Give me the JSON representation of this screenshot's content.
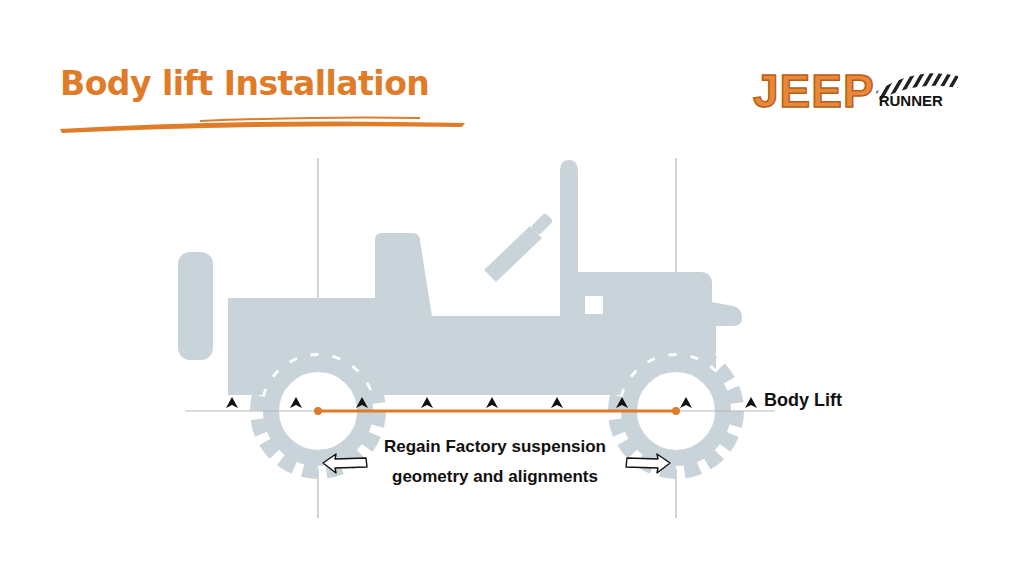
{
  "diagram": {
    "title": "Body lift Installation",
    "labels": [
      "JEEP",
      "RUNNER",
      "Body Lift",
      "Regain Factory suspension geometry and alignments"
    ]
  }
}
